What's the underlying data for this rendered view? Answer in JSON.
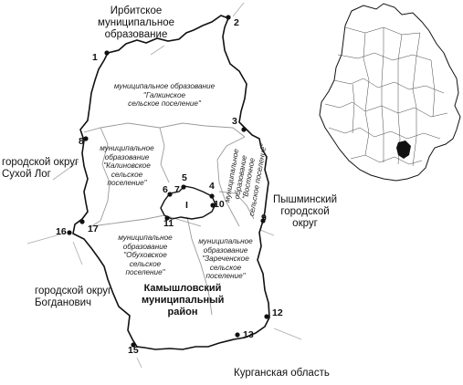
{
  "neighbors": {
    "irbit": "Ирбитское\nмуниципальное\nобразование",
    "sukhoi_log": "городской округ\nСухой Лог",
    "pyshma": "Пышминский\nгородской\nокруг",
    "bogdanovich": "городской округ\nБогданович",
    "kurgan": "Курганская область"
  },
  "municipalities": {
    "galkinskoe": "муниципальное образование\n\"Галкинское\nсельское поселение\"",
    "kalinovskoe": "муниципальное\nобразование\n\"Калиновское\nсельское\nпоселение\"",
    "vostochnoe": "муниципальное образование\n\"Восточное\nсельское поселение\"",
    "obukhovskoe": "муниципальное\nобразование\n\"Обуховское\nсельское\nпоселение\"",
    "zarechenskoe": "муниципальное\nобразование\n\"Зареченское\nсельское\nпоселение\""
  },
  "district": "Камышловский\nмуниципальный\nрайон",
  "city_label": "I",
  "points": [
    "1",
    "2",
    "3",
    "4",
    "5",
    "6",
    "7",
    "8",
    "9",
    "10",
    "11",
    "12",
    "13",
    "15",
    "16",
    "17"
  ],
  "colors": {
    "border": "#111111",
    "inner_border": "#9a9a9a",
    "highlight": "#111111"
  }
}
